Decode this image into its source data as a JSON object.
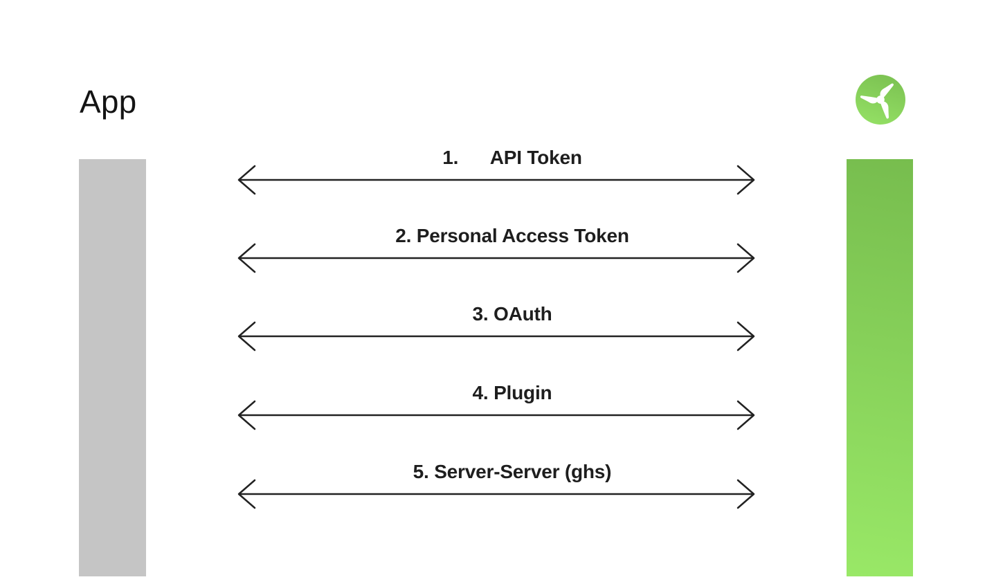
{
  "page": {
    "background": "#ffffff"
  },
  "app": {
    "title": "App",
    "bar_color": "#c5c5c5"
  },
  "server": {
    "bar_gradient_top": "#77bd4e",
    "bar_gradient_bottom": "#99e867",
    "logo": {
      "icon": "wind-turbine-icon",
      "circle_gradient_top": "#7cc252",
      "circle_gradient_bottom": "#93df64",
      "blade_color": "#ffffff"
    }
  },
  "connections": {
    "arrow_color": "#222222",
    "label_color": "#1e1e1e",
    "items": [
      {
        "label": "1.      API Token"
      },
      {
        "label": "2. Personal Access Token"
      },
      {
        "label": "3. OAuth"
      },
      {
        "label": "4. Plugin"
      },
      {
        "label": "5. Server-Server (ghs)"
      }
    ]
  }
}
